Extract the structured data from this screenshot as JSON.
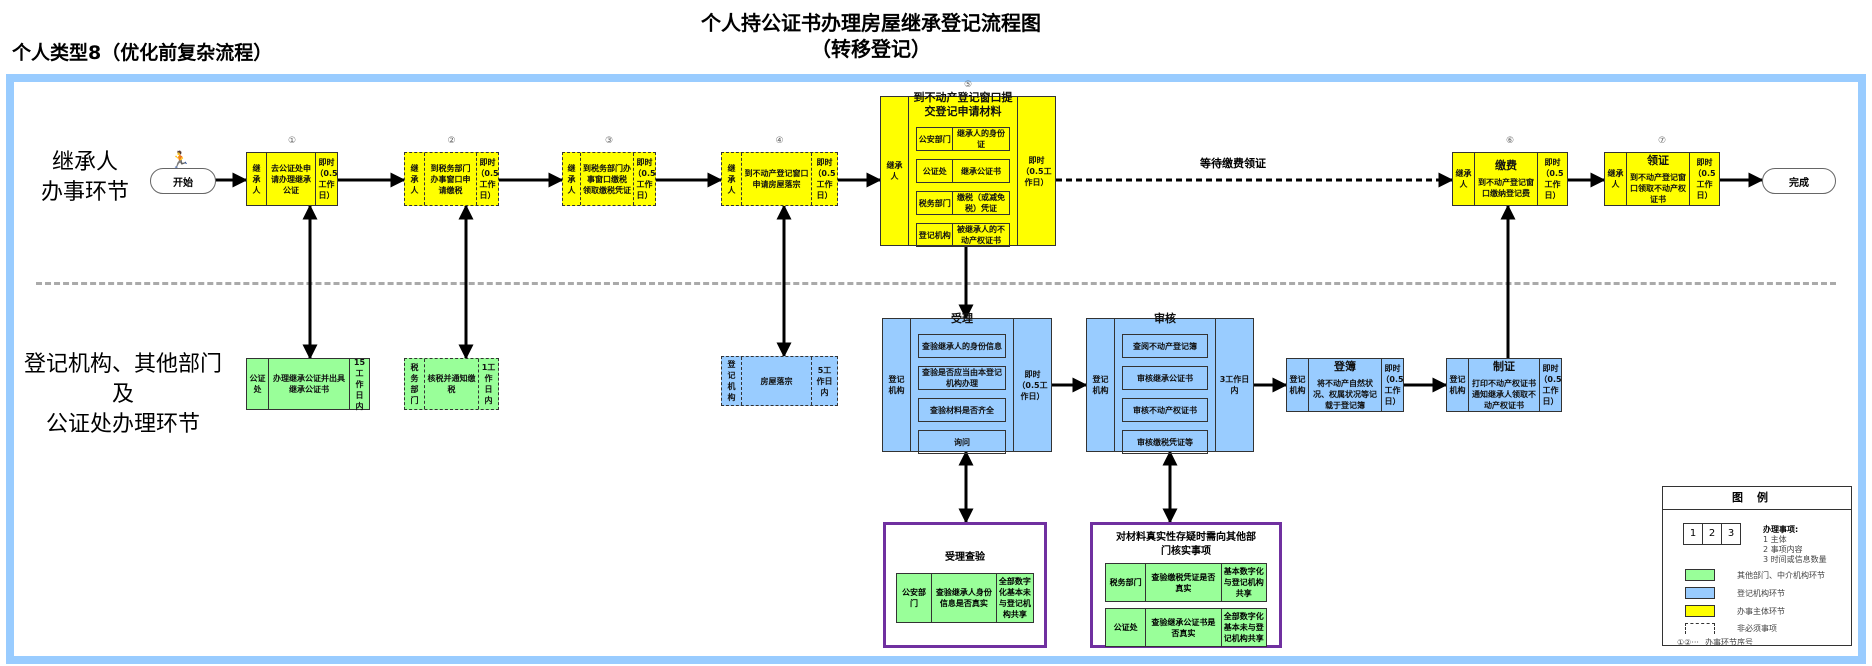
{
  "header": {
    "title_line1": "个人持公证书办理房屋继承登记流程图",
    "title_line2": "（转移登记）",
    "subtitle": "个人类型8（优化前复杂流程）"
  },
  "lanes": {
    "applicant": [
      "继承人",
      "办事环节"
    ],
    "agencies": [
      "登记机构、其他部门及",
      "公证处办理环节"
    ]
  },
  "start_label": "开始",
  "end_label": "完成",
  "wait_label": "等待缴费领证",
  "colors": {
    "applicant": "#ffff00",
    "other_dept": "#99ff99",
    "registry": "#99ccff",
    "frame": "#99ccff",
    "verify_border": "#7030a0"
  },
  "top_steps": [
    {
      "id": "s1",
      "num": "①",
      "left": "继承人",
      "main": "去公证处申请办理继承公证",
      "right": "即时（0.5工作日）",
      "style": "solid",
      "color": "applicant"
    },
    {
      "id": "s2",
      "num": "②",
      "left": "继承人",
      "main": "到税务部门办事窗口申请缴税",
      "right": "即时（0.5工作日）",
      "style": "dashed",
      "color": "applicant"
    },
    {
      "id": "s3",
      "num": "③",
      "left": "继承人",
      "main": "到税务部门办事窗口缴税 领取缴税凭证",
      "right": "即时（0.5工作日）",
      "style": "dashed",
      "color": "applicant"
    },
    {
      "id": "s4",
      "num": "④",
      "left": "继承人",
      "main": "到不动产登记窗口申请房屋落宗",
      "right": "即时（0.5工作日）",
      "style": "dashed",
      "color": "applicant"
    },
    {
      "id": "s5",
      "num": "⑤",
      "left": "继承人",
      "title": "到不动产登记窗口提交登记申请材料",
      "items": [
        [
          "公安部门",
          "继承人的身份证"
        ],
        [
          "公证处",
          "继承公证书"
        ],
        [
          "税务部门",
          "缴税（或减免税）凭证"
        ],
        [
          "登记机构",
          "被继承人的不动产权证书"
        ]
      ],
      "right": "即时（0.5工作日）",
      "style": "solid",
      "color": "applicant"
    },
    {
      "id": "s6",
      "num": "⑥",
      "left": "继承人",
      "title": "缴费",
      "main": "到不动产登记窗口缴纳登记费",
      "right": "即时（0.5工作日）",
      "style": "solid",
      "color": "applicant"
    },
    {
      "id": "s7",
      "num": "⑦",
      "left": "继承人",
      "title": "领证",
      "main": "到不动产登记窗口领取不动产权证书",
      "right": "即时（0.5工作日）",
      "style": "solid",
      "color": "applicant"
    }
  ],
  "bottom_steps": [
    {
      "id": "b1",
      "left": "公证处",
      "main": "办理继承公证并出具继承公证书",
      "right": "15工作日内",
      "style": "solid",
      "color": "other_dept"
    },
    {
      "id": "b2",
      "left": "税务部门",
      "main": "核税并通知缴税",
      "right": "1工作日内",
      "style": "dashed",
      "color": "other_dept"
    },
    {
      "id": "b4",
      "left": "登记机构",
      "main": "房屋落宗",
      "right": "5工作日内",
      "style": "dashed",
      "color": "registry"
    },
    {
      "id": "accept",
      "left": "登记机构",
      "title": "受理",
      "single_items": [
        "查验继承人的身份信息",
        "查验是否应当由本登记机构办理",
        "查验材料是否齐全",
        "询问"
      ],
      "right": "即时（0.5工作日）",
      "style": "solid",
      "color": "registry"
    },
    {
      "id": "review",
      "left": "登记机构",
      "title": "审核",
      "single_items": [
        "查阅不动产登记簿",
        "审核继承公证书",
        "审核不动产权证书",
        "审核缴税凭证等"
      ],
      "right": "3工作日内",
      "style": "solid",
      "color": "registry"
    },
    {
      "id": "record",
      "left": "登记机构",
      "title": "登簿",
      "main": "将不动产自然状况、权属状况等记载于登记簿",
      "right": "即时（0.5工作日）",
      "style": "solid",
      "color": "registry"
    },
    {
      "id": "certify",
      "left": "登记机构",
      "title": "制证",
      "main": "打印不动产权证书 通知继承人领取不动产权证书",
      "right": "即时（0.5工作日）",
      "style": "solid",
      "color": "registry"
    }
  ],
  "verify_boxes": [
    {
      "title": "受理查验",
      "rows": [
        [
          "公安部门",
          "查验继承人身份信息是否真实",
          "全部数字化基本未与登记机构共享"
        ]
      ]
    },
    {
      "title": "对材料真实性存疑时需向其他部门核实事项",
      "rows": [
        [
          "税务部门",
          "查验缴税凭证是否真实",
          "基本数字化与登记机构共享"
        ],
        [
          "公证处",
          "查验继承公证书是否真实",
          "全部数字化基本未与登记机构共享"
        ]
      ]
    }
  ],
  "legend": {
    "title": "图例",
    "cells": [
      "1",
      "2",
      "3"
    ],
    "notes_title": "办理事项:",
    "notes": [
      "1 主体",
      "2 事项内容",
      "3 时间或信息数量"
    ],
    "items": [
      {
        "label": "其他部门、中介机构环节",
        "color": "other_dept"
      },
      {
        "label": "登记机构环节",
        "color": "registry"
      },
      {
        "label": "办事主体环节",
        "color": "applicant"
      },
      {
        "label": "非必须事项",
        "color": "dashed"
      },
      {
        "label": "办事环节序号",
        "symbol": "①②···"
      }
    ]
  }
}
